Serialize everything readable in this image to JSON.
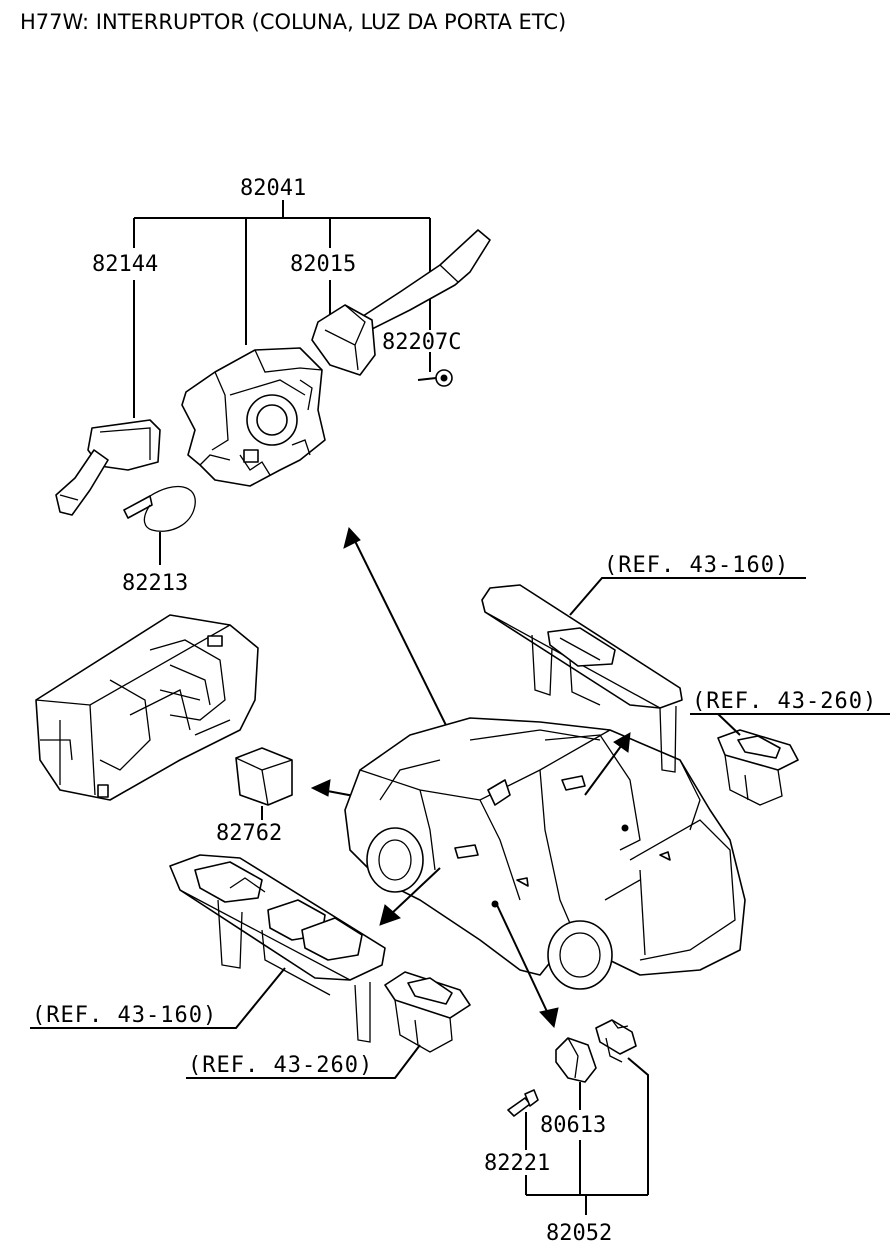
{
  "title": "H77W: INTERRUPTOR (COLUNA, LUZ DA PORTA ETC)",
  "labels": {
    "p82041": "82041",
    "p82144": "82144",
    "p82015": "82015",
    "p82207c": "82207C",
    "p82213": "82213",
    "p82762": "82762",
    "p80613": "80613",
    "p82221": "82221",
    "p82052": "82052",
    "ref_43_160_top": "(REF. 43-160)",
    "ref_43_260_top": "(REF. 43-260)",
    "ref_43_160_bottom": "(REF. 43-160)",
    "ref_43_260_bottom": "(REF. 43-260)"
  },
  "icons": [
    "combination-switch-icon",
    "wiper-lever-icon",
    "turn-signal-lever-icon",
    "screw-icon",
    "cable-tie-icon",
    "fuse-box-icon",
    "relay-icon",
    "power-window-master-switch-icon",
    "power-window-sub-switch-icon",
    "vehicle-body-icon",
    "door-light-switch-icon"
  ]
}
